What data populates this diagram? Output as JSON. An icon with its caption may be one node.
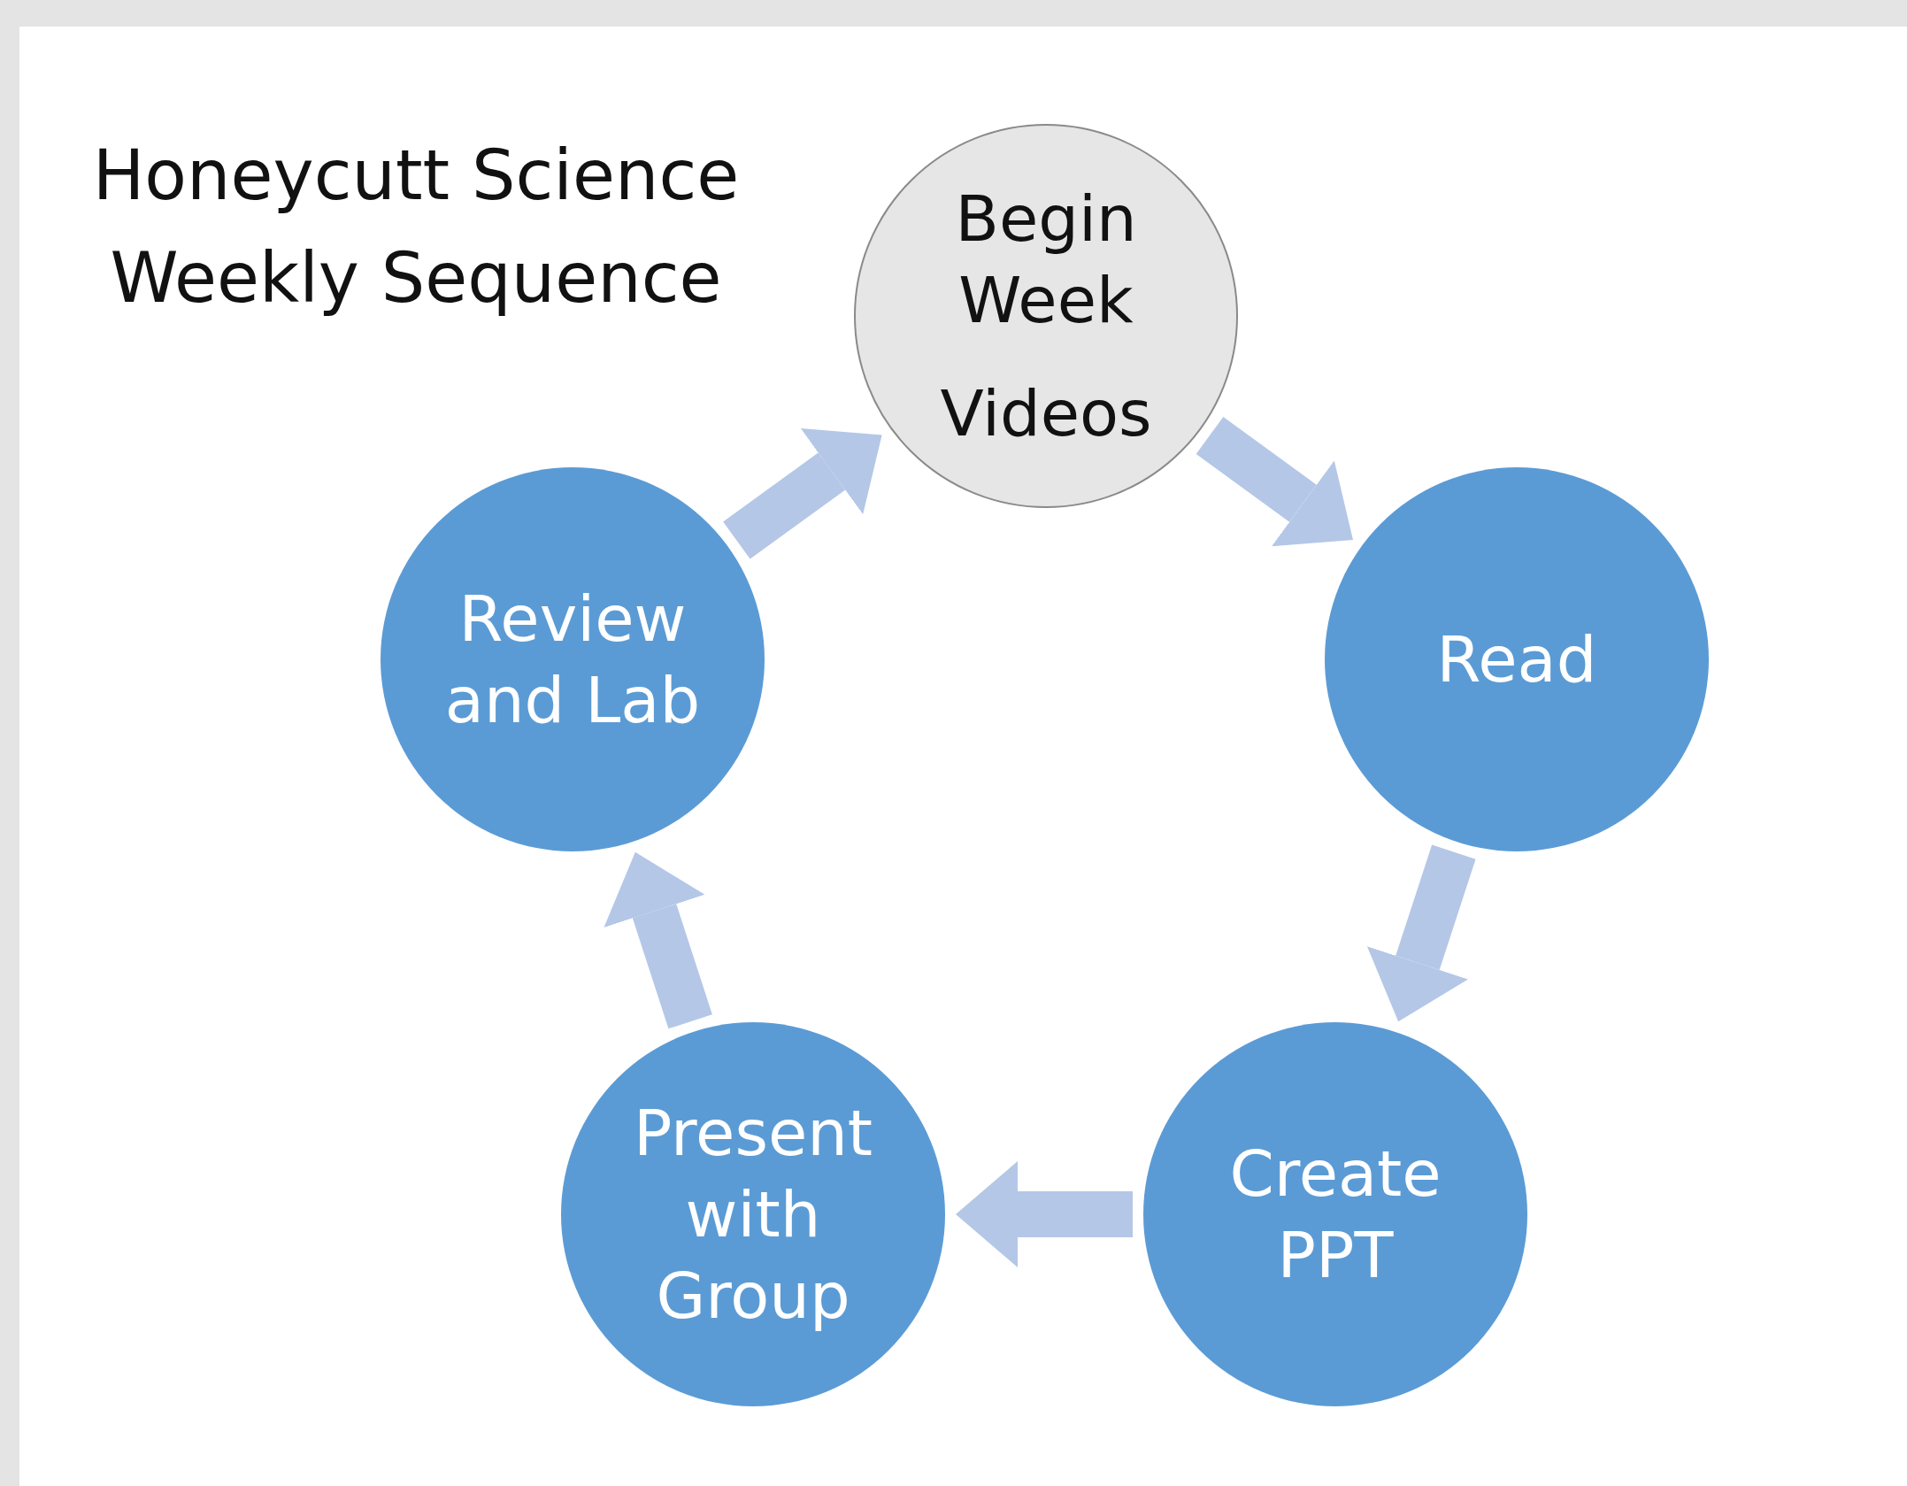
{
  "diagram": {
    "title": "Honeycutt Science Weekly Sequence",
    "nodes": [
      {
        "text": [
          "Begin Week",
          "Videos"
        ]
      },
      {
        "text": [
          "Read"
        ]
      },
      {
        "text": [
          "Create PPT"
        ]
      },
      {
        "text": [
          "Present with Group"
        ]
      },
      {
        "text": [
          "Review and Lab"
        ]
      }
    ],
    "edges": [
      {
        "from": 0,
        "to": 1,
        "arrow": "to"
      },
      {
        "from": 1,
        "to": 2,
        "arrow": "to"
      },
      {
        "from": 2,
        "to": 3,
        "arrow": "to"
      },
      {
        "from": 3,
        "to": 4,
        "arrow": "to"
      },
      {
        "from": 4,
        "to": 0,
        "arrow": "to"
      }
    ]
  }
}
